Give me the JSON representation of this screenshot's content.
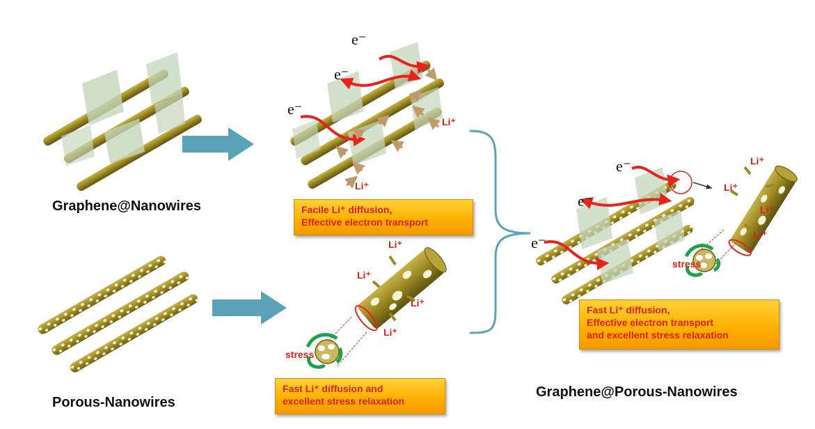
{
  "labels": {
    "graphene_nanowires": "Graphene@Nanowires",
    "porous_nanowires": "Porous-Nanowires",
    "graphene_porous_nanowires": "Graphene@Porous-Nanowires"
  },
  "boxes": {
    "top": [
      "Facile Li⁺ diffusion,",
      "Effective electron transport"
    ],
    "bottom": [
      "Fast Li⁺ diffusion  and",
      "excellent stress relaxation"
    ],
    "right": [
      "Fast Li⁺ diffusion,",
      "Effective electron transport",
      "and excellent stress relaxation"
    ]
  },
  "symbols": {
    "electron": "e⁻",
    "lithium_top": "Li⁺",
    "lithium_plus": "Li⁺",
    "stress": "stress"
  },
  "colors": {
    "nanowire": "#9c8a22",
    "graphene": "#c4d6ba",
    "electron_arrow": "#e8231c",
    "li_arrow": "#c19a6b",
    "process_arrow": "#5aa2b6",
    "box": "#ffb000",
    "box_text": "#e02010"
  }
}
